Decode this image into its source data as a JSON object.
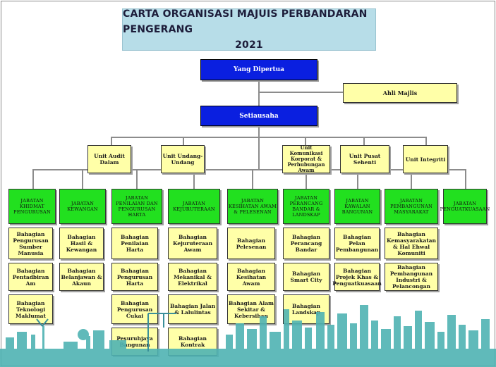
{
  "title": {
    "line1": "CARTA ORGANISASI MAJUIS PERBANDARAN PENGERANG",
    "line2": "2021"
  },
  "top": {
    "yang_dipertua": "Yang Dipertua",
    "ahli_majlis": "Ahli Majlis",
    "setiausaha": "Setiausaha"
  },
  "units": [
    "Unit Audit Dalam",
    "Unit Undang-Undang",
    "Unit Komunikasi Korporat & Perhubungan Awam",
    "Unit Pusat Sehenti",
    "Unit Integriti"
  ],
  "jabatan": [
    {
      "name": "JABATAN KHIDMAT PENGURUSAN",
      "bahagian": [
        "Bahagian Pengurusan Sumber Manusia",
        "Bahagian Pentadbiran Am",
        "Bahagian Teknologi Maklumat"
      ]
    },
    {
      "name": "JABATAN KEWANGAN",
      "bahagian": [
        "Bahagian Hasil & Kewangan",
        "Bahagian Belanjawan & Akaun"
      ]
    },
    {
      "name": "JABATAN PENILAIAN DAN PENGURUSAN HARTA",
      "bahagian": [
        "Bahagian Penilaian Harta",
        "Bahagian Pengurusan Harta",
        "Bahagian Pengurusan Cukai",
        "Pesuruhjaya Bangunan"
      ]
    },
    {
      "name": "JABATAN KEJURUTERAAN",
      "bahagian": [
        "Bahagian Kejuruteraan Awam",
        "Bahagian Mekanikal & Elektrikal",
        "Bahagian Jalan & Lalulintas",
        "Bahagian Kontrak"
      ]
    },
    {
      "name": "JABATAN KESIHATAN AWAM & PELESENAN",
      "bahagian": [
        "Bahagian Pelesenan",
        "Bahagian Kesihatan Awam",
        "Bahagian Alam Sekitar & Kebersihan"
      ]
    },
    {
      "name": "JABATAN PERANCANG BANDAR & LANDSKAP",
      "bahagian": [
        "Bahagian Perancang Bandar",
        "Bahagian Smart City",
        "Bahagian Landskap"
      ]
    },
    {
      "name": "JABATAN KAWALAN BANGUNAN",
      "bahagian": [
        "Bahagian Pelan Pembangunan",
        "Bahagian Projek Khas & Penguatkuasaan"
      ]
    },
    {
      "name": "JABATAN PEMBANGUNAN MASYARAKAT",
      "bahagian": [
        "Bahagian Kemasyarakatan & Hal Ehwal Komuniti",
        "Bahagian Pembangunan Industri & Pelancongan"
      ]
    },
    {
      "name": "JABATAN PENGUATKUASAAN",
      "bahagian": []
    }
  ],
  "colors": {
    "blue_box": "#0a1fe0",
    "yellow_box": "#ffffa8",
    "green_box": "#22e01f",
    "title_bg": "#b7dde8",
    "skyline": "#4fb3b3"
  }
}
